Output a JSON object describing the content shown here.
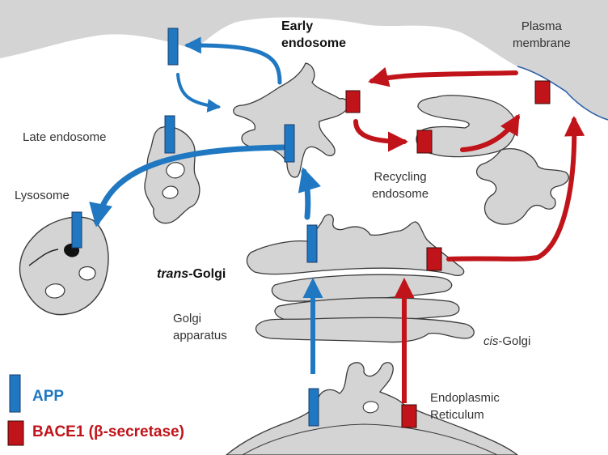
{
  "colors": {
    "app": "#1f78c1",
    "bace1": "#c0141a",
    "organelle_fill": "#d4d4d4",
    "organelle_stroke": "#3a3a3a",
    "membrane_line": "#2b5fa8"
  },
  "labels": {
    "early_endosome_line1": "Early",
    "early_endosome_line2": "endosome",
    "plasma_membrane_line1": "Plasma",
    "plasma_membrane_line2": "membrane",
    "late_endosome": "Late endosome",
    "recycling_endosome_line1": "Recycling",
    "recycling_endosome_line2": "endosome",
    "lysosome": "Lysosome",
    "trans_golgi_italic": "trans",
    "trans_golgi_rest": "-Golgi",
    "golgi_apparatus_line1": "Golgi",
    "golgi_apparatus_line2": "apparatus",
    "cis_golgi_italic": "cis",
    "cis_golgi_rest": "-Golgi",
    "er_line1": "Endoplasmic",
    "er_line2": "Reticulum"
  },
  "legend": {
    "app_label": "APP",
    "bace1_label": "BACE1 (β-secretase)"
  }
}
